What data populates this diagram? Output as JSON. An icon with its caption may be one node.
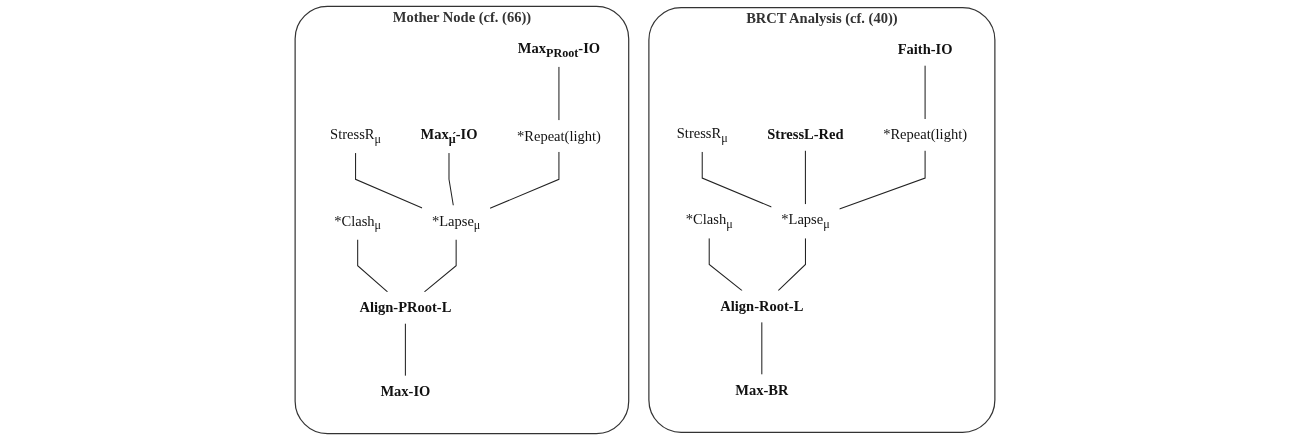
{
  "diagram": {
    "nodes": [
      {
        "text": [
          "Mother Node (cf. (66))"
        ]
      },
      {
        "text": [
          "Max$_{PRoot}$-IO"
        ],
        "in": 0
      },
      {
        "text": [
          "*Clash$_{μ}$"
        ],
        "in": 0
      },
      {
        "text": [
          "StressR$_{μ}$"
        ],
        "in": 0
      },
      {
        "text": [
          "Max$_{μ́}$-IO"
        ],
        "in": 0
      },
      {
        "text": [
          "*Repeat(light)"
        ],
        "in": 0
      },
      {
        "text": [
          "*Lapse$_{μ}$"
        ],
        "in": 0
      },
      {
        "text": [
          "Align-PRoot-L"
        ],
        "in": 0
      },
      {
        "text": [
          "Max-IO"
        ],
        "in": 0
      },
      {
        "text": [
          "BRCT Analysis (cf. (40))"
        ]
      },
      {
        "text": [
          "Faith-IO"
        ],
        "in": 9
      },
      {
        "text": [
          "*Clash$_{μ}$"
        ],
        "in": 9
      },
      {
        "text": [
          "StressR$_{μ}$"
        ],
        "in": 9
      },
      {
        "text": [
          "StressL-Red"
        ],
        "in": 9
      },
      {
        "text": [
          "*Repeat(light)"
        ],
        "in": 9
      },
      {
        "text": [
          "*Lapse$_{μ}$"
        ],
        "in": 9
      },
      {
        "text": [
          "Align-Root-L"
        ],
        "in": 9
      },
      {
        "text": [
          "Max-BR"
        ],
        "in": 9
      }
    ],
    "edges": [
      {
        "from": 1,
        "to": 5,
        "arrow": "none"
      },
      {
        "from": 2,
        "to": 7,
        "arrow": "none"
      },
      {
        "from": 3,
        "to": 6,
        "arrow": "none"
      },
      {
        "from": 4,
        "to": 6,
        "arrow": "none"
      },
      {
        "from": 5,
        "to": 6,
        "arrow": "none"
      },
      {
        "from": 6,
        "to": 7,
        "arrow": "none"
      },
      {
        "from": 7,
        "to": 8,
        "arrow": "none"
      },
      {
        "from": 10,
        "to": 14,
        "arrow": "none"
      },
      {
        "from": 11,
        "to": 16,
        "arrow": "none"
      },
      {
        "from": 12,
        "to": 15,
        "arrow": "none"
      },
      {
        "from": 13,
        "to": 15,
        "arrow": "none"
      },
      {
        "from": 14,
        "to": 15,
        "arrow": "none"
      },
      {
        "from": 15,
        "to": 16,
        "arrow": "none"
      },
      {
        "from": 16,
        "to": 17,
        "arrow": "none"
      }
    ]
  }
}
